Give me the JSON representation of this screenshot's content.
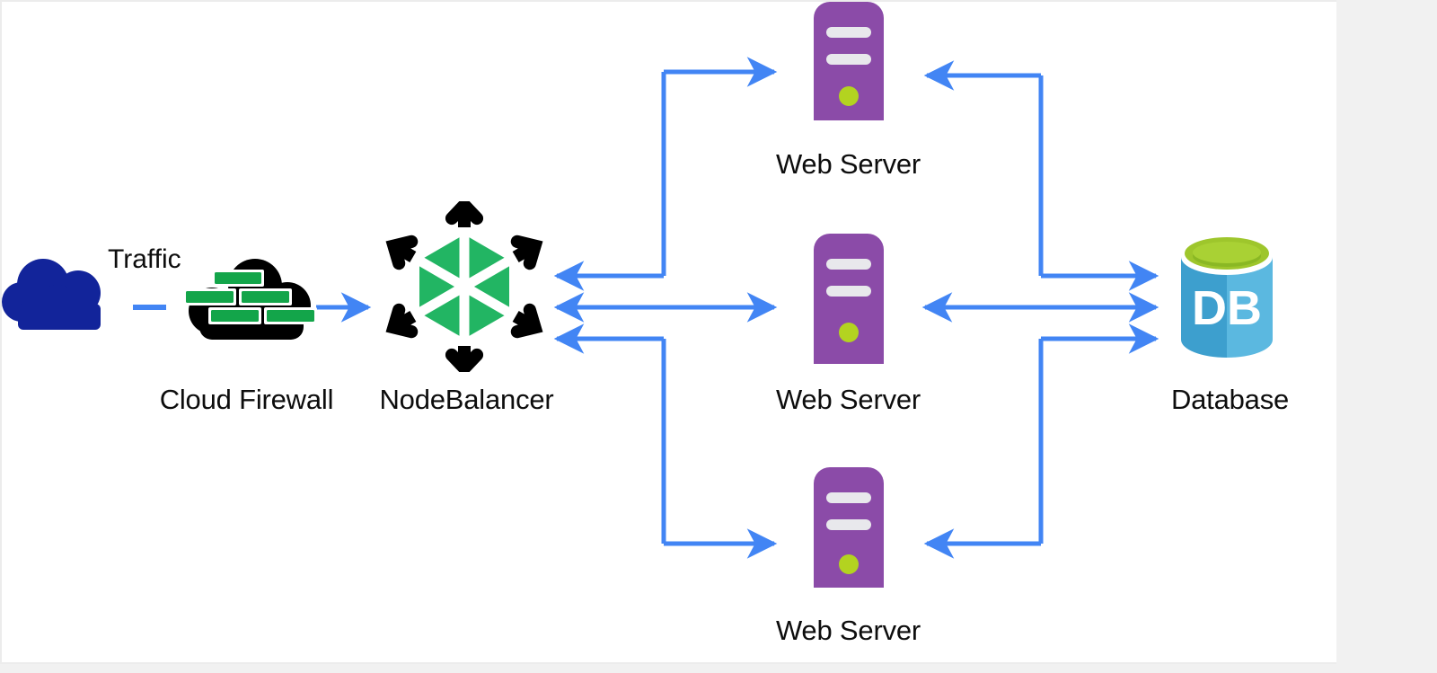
{
  "page": {
    "panel_background": "#ffffff",
    "outer_background": "#f1f1f1",
    "title": "Cloud Firewall NodeBalancer Web Server Database architecture diagram"
  },
  "colors": {
    "arrow_blue": "#4285f4",
    "cloud_navy": "#12249a",
    "firewall_black": "#000000",
    "firewall_brick_green": "#13a54a",
    "nodebalancer_green": "#22b563",
    "nodebalancer_black": "#000000",
    "server_purple": "#8b4ba8",
    "server_bar_gray": "#e8e8ec",
    "server_led_green": "#b3d320",
    "db_top_green": "#9ec62c",
    "db_body_blue_left": "#3d9fce",
    "db_body_blue_right": "#5bb8e0",
    "label_text": "#0d0d0d"
  },
  "nodes": [
    {
      "id": "traffic",
      "label": "Traffic",
      "icon": "cloud-icon"
    },
    {
      "id": "cloud-firewall",
      "label": "Cloud Firewall",
      "icon": "firewall-icon"
    },
    {
      "id": "nodebalancer",
      "label": "NodeBalancer",
      "icon": "nodebalancer-icon"
    },
    {
      "id": "web-server-1",
      "label": "Web Server",
      "icon": "server-icon"
    },
    {
      "id": "web-server-2",
      "label": "Web Server",
      "icon": "server-icon"
    },
    {
      "id": "web-server-3",
      "label": "Web Server",
      "icon": "server-icon"
    },
    {
      "id": "database",
      "label": "Database",
      "icon": "database-icon",
      "glyph": "DB"
    }
  ],
  "connections": [
    {
      "id": "traffic-to-firewall",
      "from": "traffic",
      "to": "cloud-firewall",
      "style": "dash",
      "direction": "none"
    },
    {
      "id": "firewall-to-balancer",
      "from": "cloud-firewall",
      "to": "nodebalancer",
      "style": "solid",
      "direction": "right"
    },
    {
      "id": "balancer-to-server-1",
      "from": "nodebalancer",
      "to": "web-server-1",
      "style": "elbow",
      "direction": "right"
    },
    {
      "id": "server-1-to-balancer",
      "from": "web-server-1",
      "to": "nodebalancer",
      "style": "elbow",
      "direction": "left"
    },
    {
      "id": "balancer-to-server-2",
      "from": "nodebalancer",
      "to": "web-server-2",
      "style": "solid",
      "direction": "right"
    },
    {
      "id": "server-2-to-balancer",
      "from": "web-server-2",
      "to": "nodebalancer",
      "style": "solid",
      "direction": "left"
    },
    {
      "id": "balancer-to-server-3",
      "from": "nodebalancer",
      "to": "web-server-3",
      "style": "elbow",
      "direction": "right"
    },
    {
      "id": "server-3-to-balancer",
      "from": "web-server-3",
      "to": "nodebalancer",
      "style": "elbow",
      "direction": "left"
    },
    {
      "id": "server-1-to-database",
      "from": "web-server-1",
      "to": "database",
      "style": "elbow",
      "direction": "right"
    },
    {
      "id": "database-to-server-1",
      "from": "database",
      "to": "web-server-1",
      "style": "elbow",
      "direction": "left"
    },
    {
      "id": "server-2-to-database",
      "from": "web-server-2",
      "to": "database",
      "style": "solid",
      "direction": "right"
    },
    {
      "id": "database-to-server-2",
      "from": "database",
      "to": "web-server-2",
      "style": "solid",
      "direction": "left"
    },
    {
      "id": "server-3-to-database",
      "from": "web-server-3",
      "to": "database",
      "style": "elbow",
      "direction": "right"
    },
    {
      "id": "database-to-server-3",
      "from": "database",
      "to": "web-server-3",
      "style": "elbow",
      "direction": "left"
    }
  ],
  "labels": {
    "traffic": "Traffic",
    "cloud_firewall": "Cloud Firewall",
    "nodebalancer": "NodeBalancer",
    "web_server_top": "Web Server",
    "web_server_middle": "Web Server",
    "web_server_bottom": "Web Server",
    "database": "Database",
    "database_glyph": "DB"
  }
}
